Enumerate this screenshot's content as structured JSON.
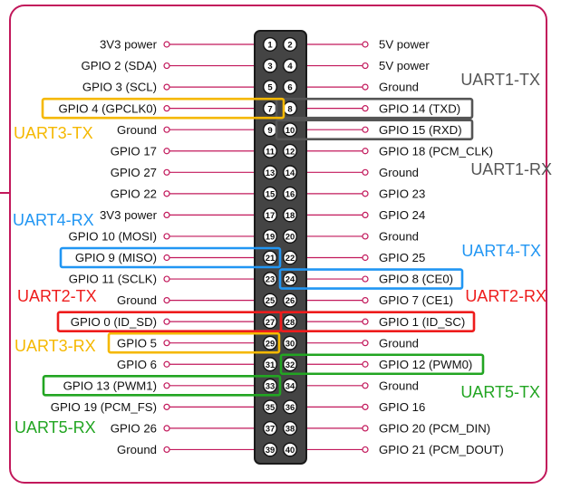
{
  "colors": {
    "board_border": "#c2185b",
    "wire": "#c2185b",
    "header_fill": "#444444",
    "pin_fill": "#ffffff",
    "label_text": "#111111",
    "uart1": "#555555",
    "uart2": "#ee1c1c",
    "uart3": "#f5b800",
    "uart4": "#2196f3",
    "uart5": "#22a522"
  },
  "pins": [
    {
      "num": "1",
      "label": "3V3 power"
    },
    {
      "num": "2",
      "label": "5V power"
    },
    {
      "num": "3",
      "label": "GPIO 2 (SDA)"
    },
    {
      "num": "4",
      "label": "5V power"
    },
    {
      "num": "5",
      "label": "GPIO 3 (SCL)"
    },
    {
      "num": "6",
      "label": "Ground"
    },
    {
      "num": "7",
      "label": "GPIO 4 (GPCLK0)"
    },
    {
      "num": "8",
      "label": "GPIO 14 (TXD)"
    },
    {
      "num": "9",
      "label": "Ground"
    },
    {
      "num": "10",
      "label": "GPIO 15 (RXD)"
    },
    {
      "num": "11",
      "label": "GPIO 17"
    },
    {
      "num": "12",
      "label": "GPIO 18 (PCM_CLK)"
    },
    {
      "num": "13",
      "label": "GPIO 27"
    },
    {
      "num": "14",
      "label": "Ground"
    },
    {
      "num": "15",
      "label": "GPIO 22"
    },
    {
      "num": "16",
      "label": "GPIO 23"
    },
    {
      "num": "17",
      "label": "3V3 power"
    },
    {
      "num": "18",
      "label": "GPIO 24"
    },
    {
      "num": "19",
      "label": "GPIO 10 (MOSI)"
    },
    {
      "num": "20",
      "label": "Ground"
    },
    {
      "num": "21",
      "label": "GPIO 9 (MISO)"
    },
    {
      "num": "22",
      "label": "GPIO 25"
    },
    {
      "num": "23",
      "label": "GPIO 11 (SCLK)"
    },
    {
      "num": "24",
      "label": "GPIO 8 (CE0)"
    },
    {
      "num": "25",
      "label": "Ground"
    },
    {
      "num": "26",
      "label": "GPIO 7 (CE1)"
    },
    {
      "num": "27",
      "label": "GPIO 0 (ID_SD)"
    },
    {
      "num": "28",
      "label": "GPIO 1 (ID_SC)"
    },
    {
      "num": "29",
      "label": "GPIO 5"
    },
    {
      "num": "30",
      "label": "Ground"
    },
    {
      "num": "31",
      "label": "GPIO 6"
    },
    {
      "num": "32",
      "label": "GPIO 12 (PWM0)"
    },
    {
      "num": "33",
      "label": "GPIO 13 (PWM1)"
    },
    {
      "num": "34",
      "label": "Ground"
    },
    {
      "num": "35",
      "label": "GPIO 19 (PCM_FS)"
    },
    {
      "num": "36",
      "label": "GPIO 16"
    },
    {
      "num": "37",
      "label": "GPIO 26"
    },
    {
      "num": "38",
      "label": "GPIO 20 (PCM_DIN)"
    },
    {
      "num": "39",
      "label": "Ground"
    },
    {
      "num": "40",
      "label": "GPIO 21 (PCM_DOUT)"
    }
  ],
  "uart_groups": [
    {
      "pin": "8",
      "side": "right",
      "color_key": "uart1",
      "label": "UART1-TX"
    },
    {
      "pin": "10",
      "side": "right",
      "color_key": "uart1",
      "label": "UART1-RX"
    },
    {
      "pin": "7",
      "side": "left",
      "color_key": "uart3",
      "label": "UART3-TX"
    },
    {
      "pin": "29",
      "side": "left",
      "color_key": "uart3",
      "label": "UART3-RX"
    },
    {
      "pin": "21",
      "side": "left",
      "color_key": "uart4",
      "label": "UART4-RX"
    },
    {
      "pin": "24",
      "side": "right",
      "color_key": "uart4",
      "label": "UART4-TX"
    },
    {
      "pin": "27",
      "side": "left",
      "color_key": "uart2",
      "label": "UART2-TX"
    },
    {
      "pin": "28",
      "side": "right",
      "color_key": "uart2",
      "label": "UART2-RX"
    },
    {
      "pin": "32",
      "side": "right",
      "color_key": "uart5",
      "label": "UART5-TX"
    },
    {
      "pin": "33",
      "side": "left",
      "color_key": "uart5",
      "label": "UART5-RX"
    }
  ]
}
